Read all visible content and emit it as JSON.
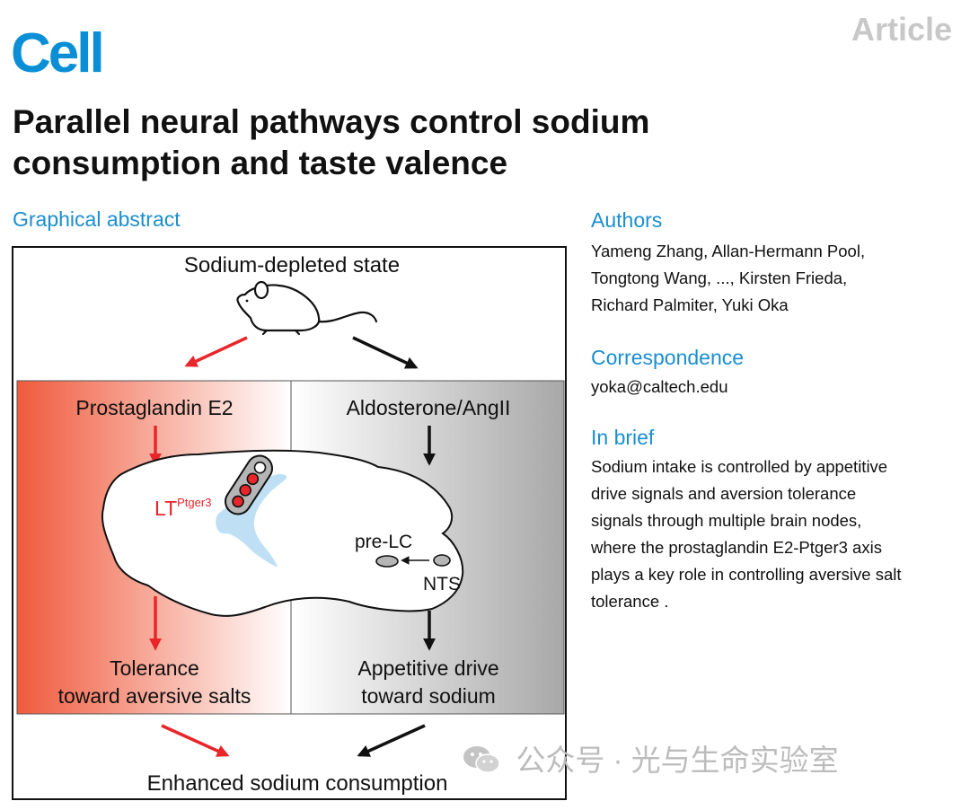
{
  "header": {
    "journal": "Cell",
    "article_type": "Article"
  },
  "paper": {
    "title_line1": "Parallel neural pathways control sodium",
    "title_line2": "consumption and taste valence"
  },
  "graphical_abstract": {
    "heading": "Graphical abstract",
    "top_label": "Sodium-depleted state",
    "left_signal": "Prostaglandin E2",
    "right_signal": "Aldosterone/AngII",
    "lt_label": "LT",
    "lt_superscript": "Ptger3",
    "prelc_label": "pre-LC",
    "nts_label": "NTS",
    "left_outcome_line1": "Tolerance",
    "left_outcome_line2": "toward aversive salts",
    "right_outcome_line1": "Appetitive drive",
    "right_outcome_line2": "toward sodium",
    "bottom_label": "Enhanced sodium consumption",
    "colors": {
      "red": "#e8262a",
      "gradient_red": "#f05a3c",
      "gradient_gray": "#a8a8a8",
      "ventricle_blue": "#bfe0f4",
      "node_gray": "#b5b5b5"
    }
  },
  "authors": {
    "heading": "Authors",
    "line1": "Yameng Zhang, Allan-Hermann Pool,",
    "line2": "Tongtong Wang, ..., Kirsten Frieda,",
    "line3": "Richard Palmiter, Yuki Oka"
  },
  "correspondence": {
    "heading": "Correspondence",
    "email": "yoka@caltech.edu"
  },
  "in_brief": {
    "heading": "In brief",
    "line1": "Sodium intake is controlled by appetitive",
    "line2": "drive signals and aversion tolerance",
    "line3": "signals through multiple brain nodes,",
    "line4": "where the prostaglandin E2-Ptger3 axis",
    "line5": "plays a key role in controlling aversive salt",
    "line6": "tolerance ."
  },
  "watermark": {
    "icon": "wechat-icon",
    "text": "公众号 · 光与生命实验室"
  }
}
